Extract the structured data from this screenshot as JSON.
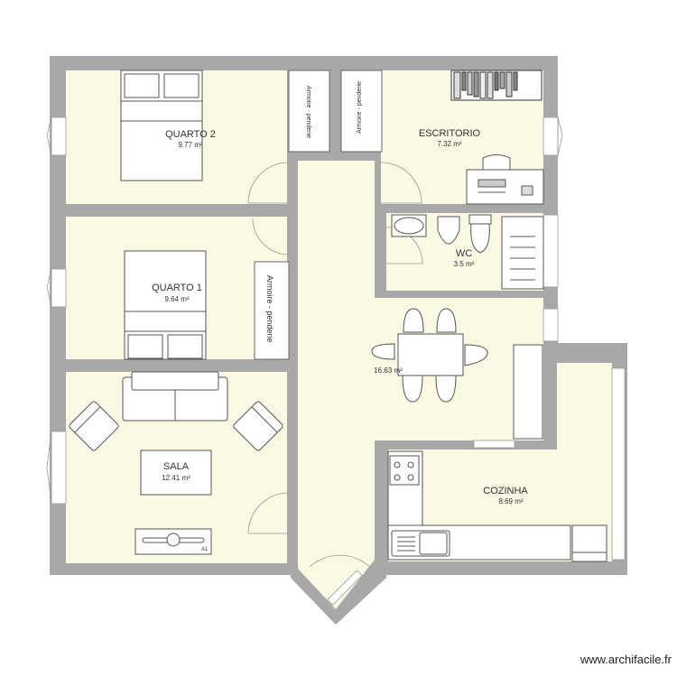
{
  "plan": {
    "colors": {
      "wall": "#a8a8a8",
      "floor": "#fbf8e4",
      "furniture": "#ffffff",
      "stroke": "#555555",
      "text": "#333333"
    },
    "rooms": [
      {
        "name": "QUARTO 2",
        "area": "9.77 m²"
      },
      {
        "name": "ESCRITORIO",
        "area": "7.32 m²"
      },
      {
        "name": "WC",
        "area": "3.5 m²"
      },
      {
        "name": "QUARTO 1",
        "area": "9.64 m²"
      },
      {
        "name": "",
        "area": "16.63 m²"
      },
      {
        "name": "SALA",
        "area": "12.41 m²"
      },
      {
        "name": "COZINHA",
        "area": "8.69 m²"
      }
    ],
    "furniture_labels": {
      "wardrobe_1": "Armoire - penderie",
      "wardrobe_2": "Armoire - penderie",
      "wardrobe_3": "Armoire - penderie",
      "tv_unit": "A1"
    }
  },
  "watermark": "www.archifacile.fr"
}
